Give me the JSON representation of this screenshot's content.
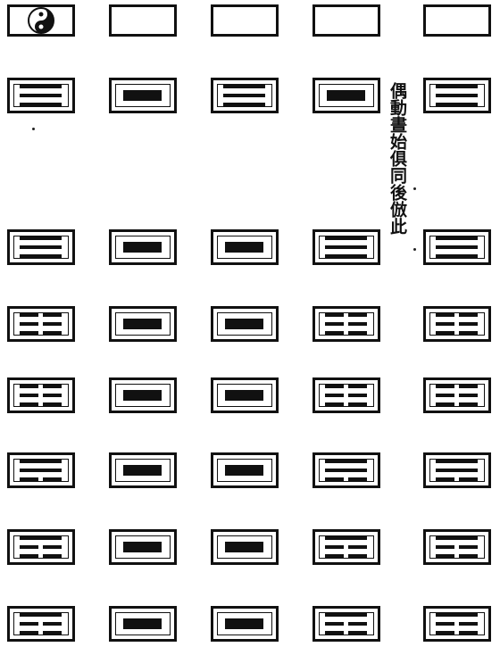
{
  "symbol_icon": "taiji-yin-yang-icon",
  "note_text": "偶動晝始俱同後倣此",
  "columns": 5,
  "rows": [
    {
      "kind": "top",
      "cells": [
        "taiji",
        "empty",
        "empty",
        "empty",
        "empty"
      ]
    },
    {
      "kind": "row",
      "cells": [
        "three-lines",
        "solid-block",
        "three-lines",
        "solid-block",
        "three-lines"
      ]
    },
    {
      "kind": "row",
      "cells": [
        "three-lines",
        "solid-block",
        "solid-block",
        "three-lines",
        "three-lines"
      ]
    },
    {
      "kind": "row",
      "cells": [
        "three-broken",
        "solid-block",
        "solid-block",
        "three-broken",
        "three-broken"
      ]
    },
    {
      "kind": "row",
      "cells": [
        "three-broken",
        "solid-block",
        "solid-block",
        "three-broken",
        "three-broken"
      ]
    },
    {
      "kind": "row",
      "cells": [
        "two-solid-one-broken",
        "solid-block",
        "solid-block",
        "two-solid-one-broken",
        "two-solid-one-broken"
      ]
    },
    {
      "kind": "row",
      "cells": [
        "one-solid-two-broken",
        "solid-block",
        "solid-block",
        "one-solid-two-broken",
        "one-solid-two-broken"
      ]
    },
    {
      "kind": "row",
      "cells": [
        "one-solid-two-broken",
        "solid-block",
        "solid-block",
        "one-solid-two-broken",
        "one-solid-two-broken"
      ]
    }
  ],
  "colors": {
    "ink": "#111111",
    "paper": "#ffffff"
  }
}
